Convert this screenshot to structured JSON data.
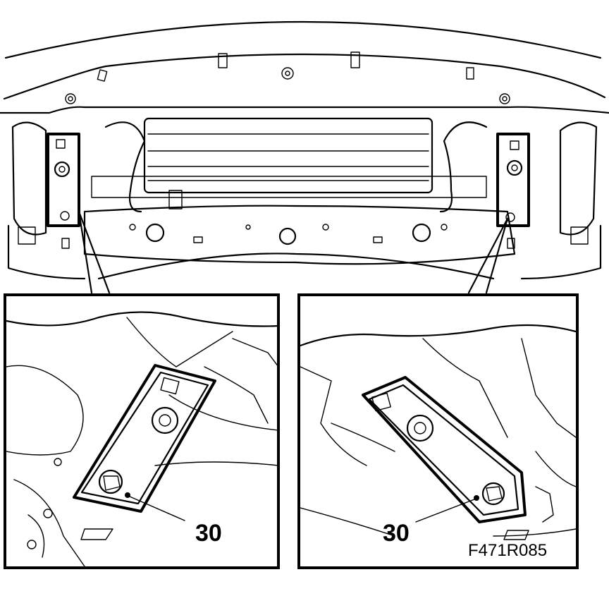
{
  "figure": {
    "callout_left": "30",
    "callout_right": "30",
    "figure_id": "F471R085"
  }
}
